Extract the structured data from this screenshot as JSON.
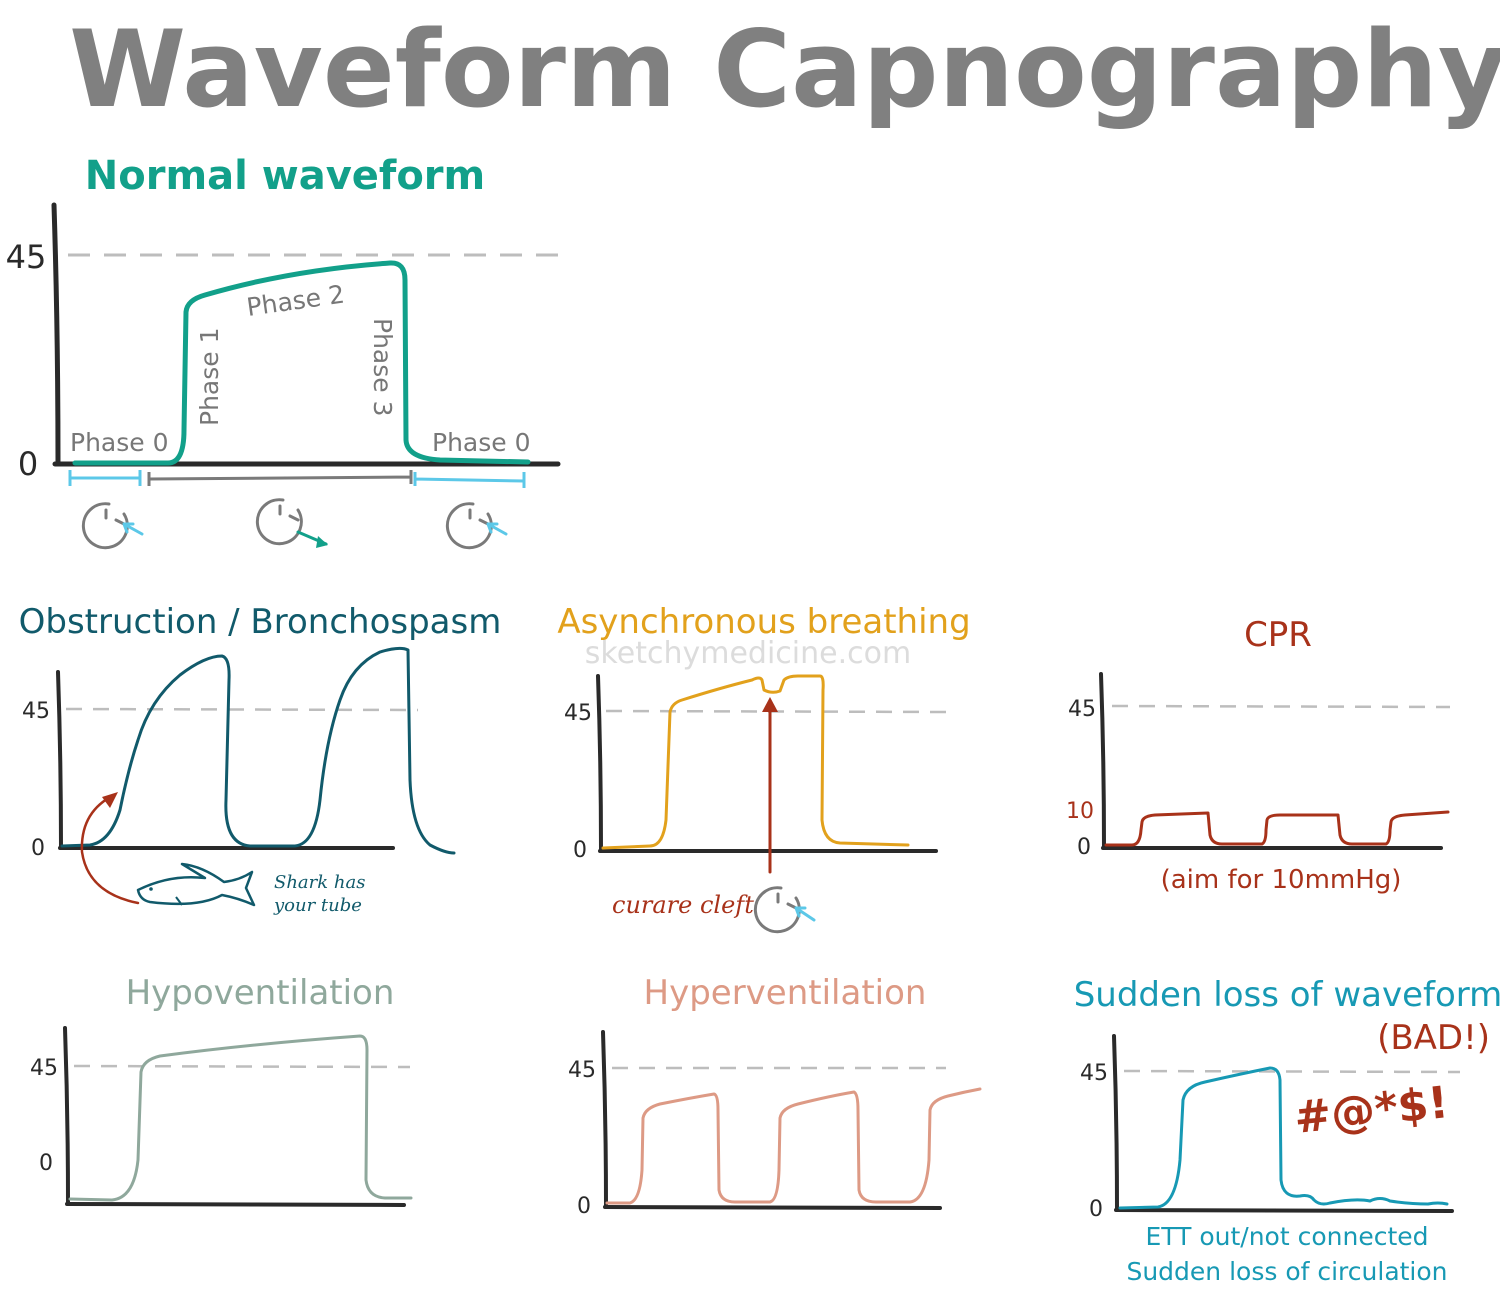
{
  "title": "Waveform Capnography",
  "watermark": {
    "part1": "sketchy",
    "part2": "medicine",
    "part3": ".com"
  },
  "colors": {
    "title_gray": "#808080",
    "axis_black": "#2a2a2a",
    "dash_gray": "#bdbdbd",
    "normal_green": "#12a08a",
    "obstruction_teal": "#115a6b",
    "async_orange": "#e2a11c",
    "cpr_red": "#a8321a",
    "hypo_sage": "#8fa89c",
    "hyper_salmon": "#dd9a85",
    "loss_blue": "#1799b4",
    "exhale_blue": "#5cc8e8",
    "face_gray": "#7a7a7a",
    "label_gray": "#777777"
  },
  "panels": {
    "normal": {
      "heading": "Normal waveform",
      "tick_top": "45",
      "tick_zero": "0",
      "phase0_left": "Phase 0",
      "phase1": "Phase 1",
      "phase2": "Phase 2",
      "phase3": "Phase 3",
      "phase0_right": "Phase 0",
      "icons": [
        "inhale-face-icon",
        "exhale-face-icon",
        "inhale-face-icon"
      ]
    },
    "obstruction": {
      "heading": "Obstruction / Bronchospasm",
      "tick_top": "45",
      "tick_zero": "0",
      "note_line1": "Shark has",
      "note_line2": "your tube",
      "icon": "shark-fin-icon"
    },
    "asynchronous": {
      "heading": "Asynchronous breathing",
      "tick_top": "45",
      "tick_zero": "0",
      "annotation": "curare cleft",
      "icon": "inhale-face-icon"
    },
    "cpr": {
      "heading": "CPR",
      "tick_top": "45",
      "tick_mid": "10",
      "tick_zero": "0",
      "note": "(aim for 10mmHg)"
    },
    "hypoventilation": {
      "heading": "Hypoventilation",
      "tick_top": "45",
      "tick_zero": "0"
    },
    "hyperventilation": {
      "heading": "Hyperventilation",
      "tick_top": "45",
      "tick_zero": "0"
    },
    "sudden_loss": {
      "heading": "Sudden loss of waveform",
      "heading_tag": "(BAD!)",
      "tick_top": "45",
      "tick_zero": "0",
      "exclaim": "#@*$!",
      "cause_line1": "ETT out/not connected",
      "cause_line2": "Sudden loss of circulation"
    }
  }
}
